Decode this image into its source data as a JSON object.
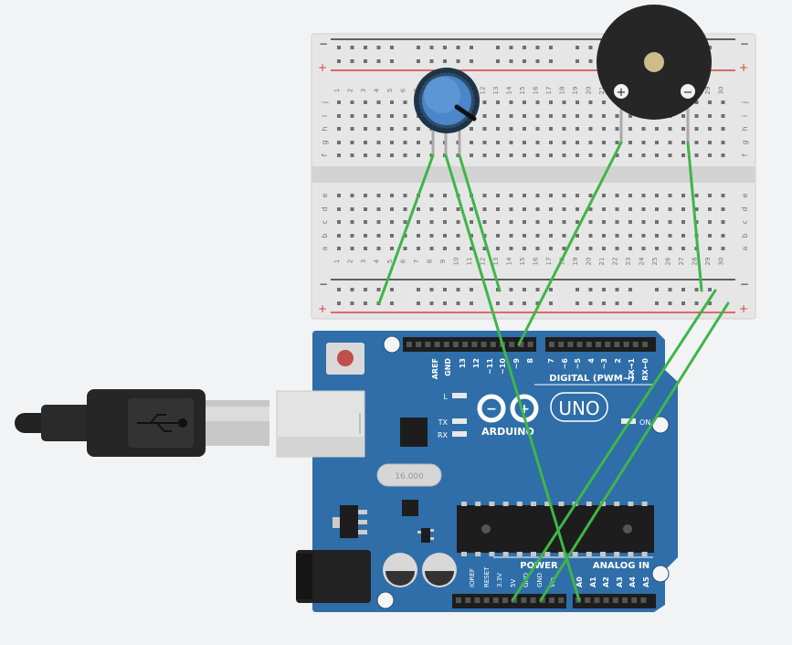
{
  "breadboard": {
    "rail_minus": "−",
    "rail_plus": "+",
    "row_letters_top": [
      "j",
      "i",
      "h",
      "g",
      "f"
    ],
    "row_letters_bottom": [
      "e",
      "d",
      "c",
      "b",
      "a"
    ],
    "column_numbers": [
      "1",
      "2",
      "3",
      "4",
      "5",
      "6",
      "7",
      "8",
      "9",
      "10",
      "11",
      "12",
      "13",
      "14",
      "15",
      "16",
      "17",
      "18",
      "19",
      "20",
      "21",
      "22",
      "23",
      "24",
      "25",
      "26",
      "27",
      "28",
      "29",
      "30"
    ]
  },
  "buzzer": {
    "plus_label": "+",
    "minus_label": "−"
  },
  "arduino": {
    "brand": "ARDUINO",
    "model": "UNO",
    "digital_header_label": "DIGITAL (PWM~)",
    "digital_pins": [
      "AREF",
      "GND",
      "13",
      "12",
      "~11",
      "~10",
      "~9",
      "8",
      "7",
      "~6",
      "~5",
      "4",
      "~3",
      "2",
      "TX→1",
      "RX←0"
    ],
    "power_label": "POWER",
    "analog_label": "ANALOG IN",
    "power_pins": [
      "IOREF",
      "RESET",
      "3.3V",
      "5V",
      "GND",
      "GND",
      "Vin"
    ],
    "analog_pins": [
      "A0",
      "A1",
      "A2",
      "A3",
      "A4",
      "A5"
    ],
    "led_l": "L",
    "led_tx": "TX",
    "led_rx": "RX",
    "led_on": "ON",
    "crystal_label": "16.000"
  },
  "colors": {
    "background": "#f2f3f5",
    "board_blue": "#2f6ea8",
    "wire_green": "#3fb548",
    "breadboard_body": "#e3e3e3",
    "rail_red": "#d8403a",
    "rail_black": "#333333",
    "buzzer_body": "#262626",
    "pot_knob": "#4a86c9"
  },
  "icons": [
    "usb-symbol-icon"
  ]
}
